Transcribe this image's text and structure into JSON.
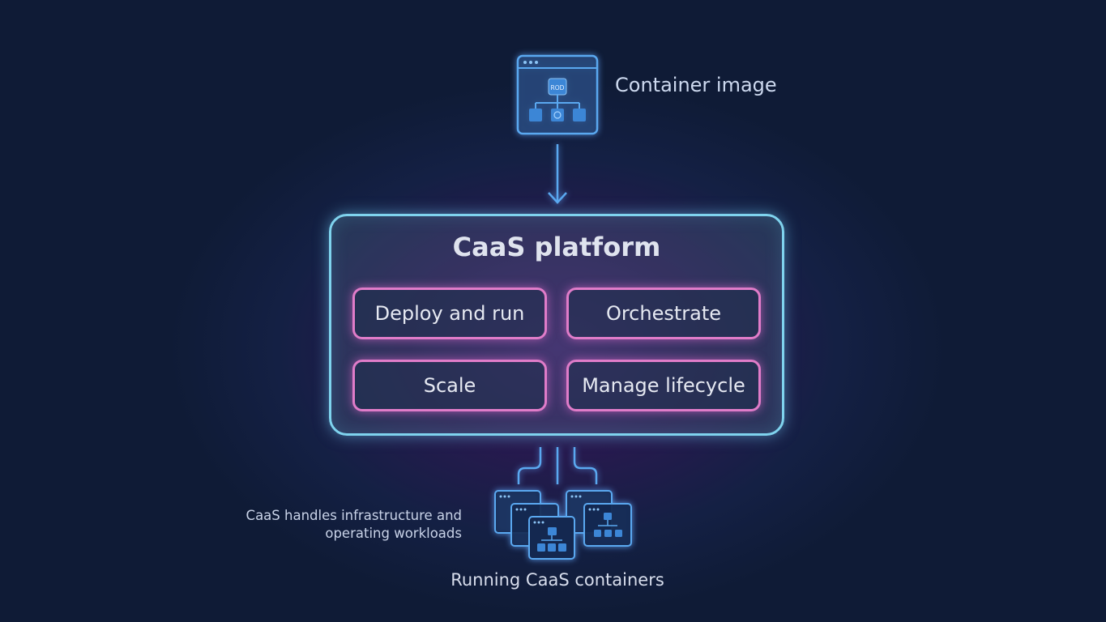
{
  "source": {
    "label": "Container image",
    "icon": "container-image-icon",
    "icon_badge": "ROD"
  },
  "platform": {
    "title": "CaaS platform",
    "capabilities": [
      "Deploy and run",
      "Orchestrate",
      "Scale",
      "Manage lifecycle"
    ]
  },
  "output": {
    "label": "Running CaaS containers",
    "icon": "containers-stack-icon"
  },
  "note": "CaaS handles infrastructure and operating workloads",
  "colors": {
    "background": "#0f1b36",
    "platform_border": "#7fd3ee",
    "capability_border": "#e07cc9",
    "icon_stroke": "#4f9fe8"
  }
}
